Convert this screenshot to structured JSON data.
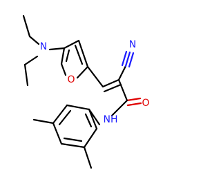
{
  "diagram": {
    "type": "chemical-structure",
    "atom_labels": {
      "amine_n": "N",
      "furan_o": "O",
      "nitrile_n": "N",
      "carbonyl_o": "O",
      "amide_nh": "NH"
    },
    "colors": {
      "bond": "#000000",
      "nitrogen": "#1c1cff",
      "oxygen": "#e00000",
      "background": "#ffffff"
    }
  }
}
